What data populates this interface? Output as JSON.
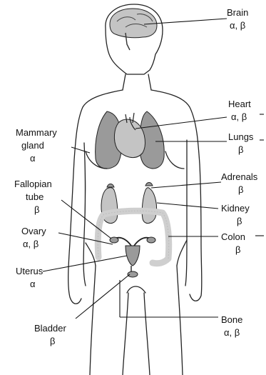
{
  "labels": {
    "brain": {
      "name": "Brain",
      "receptors": "α, β"
    },
    "heart": {
      "name": "Heart",
      "receptors": "α, β"
    },
    "lungs": {
      "name": "Lungs",
      "receptors": "β"
    },
    "mammary": {
      "name_line1": "Mammary",
      "name_line2": "gland",
      "receptors": "α"
    },
    "adrenals": {
      "name": "Adrenals",
      "receptors": "β"
    },
    "kidney": {
      "name": "Kidney",
      "receptors": "β"
    },
    "colon": {
      "name": "Colon",
      "receptors": "β"
    },
    "fallopian": {
      "name_line1": "Fallopian",
      "name_line2": "tube",
      "receptors": "β"
    },
    "ovary": {
      "name": "Ovary",
      "receptors": "α, β"
    },
    "uterus": {
      "name": "Uterus",
      "receptors": "α"
    },
    "bladder": {
      "name": "Bladder",
      "receptors": "β"
    },
    "bone": {
      "name": "Bone",
      "receptors": "α, β"
    }
  }
}
